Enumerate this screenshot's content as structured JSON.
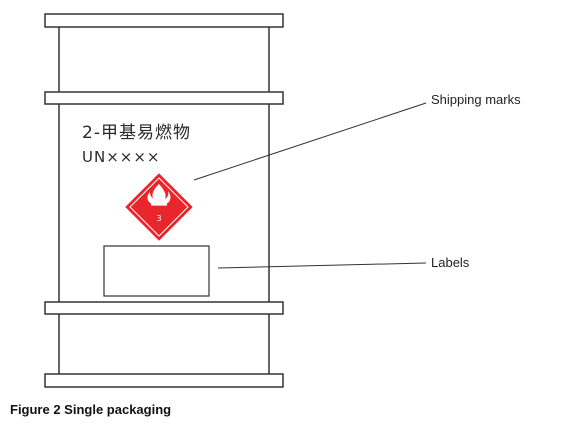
{
  "drum": {
    "product_name": "2-甲基易燃物",
    "un_number": "UN××××",
    "hazard_class": "3"
  },
  "callouts": {
    "shipping_marks": "Shipping marks",
    "labels": "Labels"
  },
  "caption": "Figure 2 Single packaging",
  "colors": {
    "hazard_red": "#e8262b",
    "outline": "#333333"
  }
}
